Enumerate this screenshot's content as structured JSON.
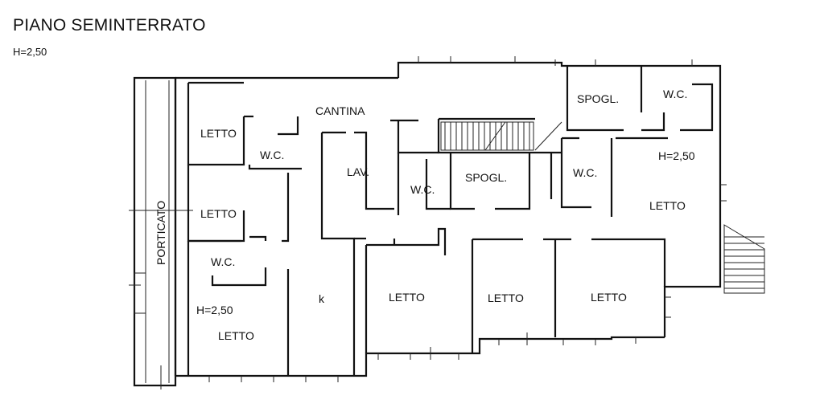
{
  "header": {
    "title": "PIANO SEMINTERRATO",
    "subtitle": "H=2,50"
  },
  "rooms": {
    "cantina": "CANTINA",
    "letto_top_left": "LETTO",
    "wc_top_left": "W.C.",
    "lav": "LAV.",
    "letto_mid_left": "LETTO",
    "porticato": "PORTICATO",
    "wc_lower_left": "W.C.",
    "h_lower_left": "H=2,50",
    "letto_bottom_left": "LETTO",
    "k": "k",
    "wc_center": "W.C.",
    "spogl_center": "SPOGL.",
    "spogl_top_right": "SPOGL.",
    "wc_top_right": "W.C.",
    "wc_right": "W.C.",
    "h_right": "H=2,50",
    "letto_right": "LETTO",
    "letto_center_1": "LETTO",
    "letto_center_2": "LETTO",
    "letto_center_3": "LETTO"
  }
}
